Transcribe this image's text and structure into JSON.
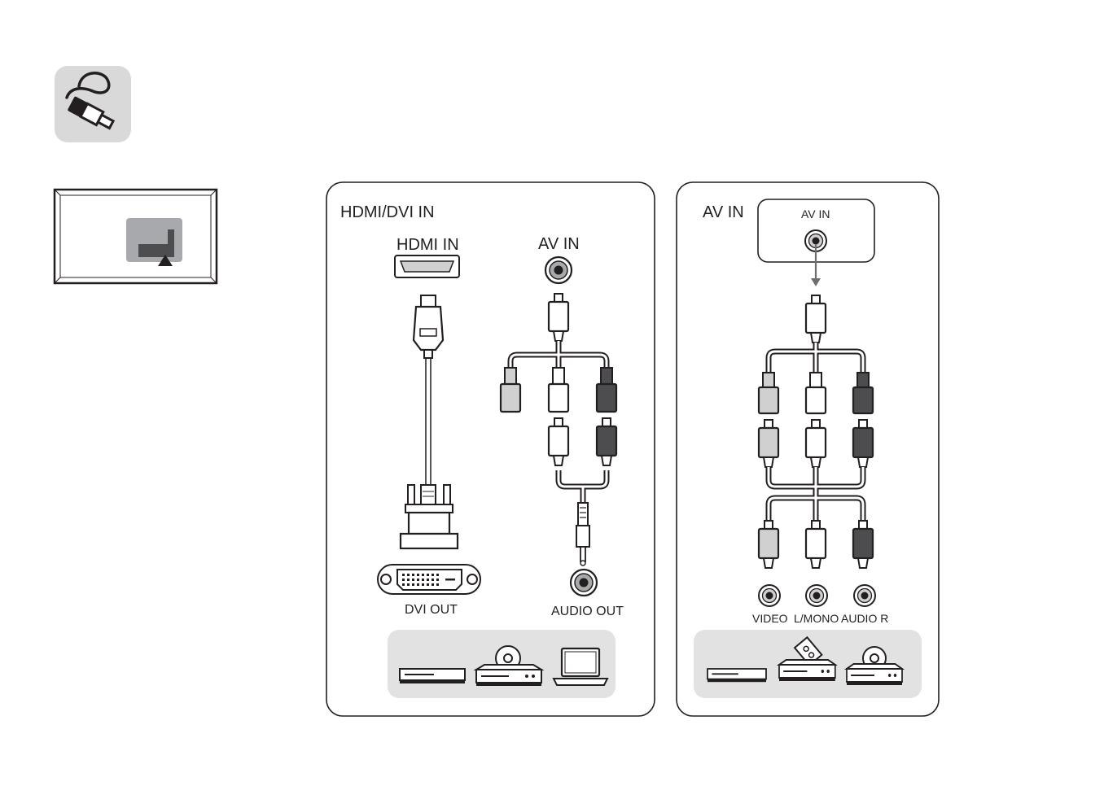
{
  "colors": {
    "line": "#231f20",
    "light_gray": "#d0d0d0",
    "mid_gray": "#a7a9ac",
    "dark_plug": "#4d4d4f",
    "panel_bg": "#ffffff",
    "device_tray": "#e2e2e2",
    "icon_bg": "#d9d9d9"
  },
  "icons": {
    "connection": "cable-plug-icon",
    "tv_rear": "tv-rear-ports-icon",
    "up_arrow": "triangle-up-icon"
  },
  "panel_hdmi": {
    "title": "HDMI/DVI IN",
    "hdmi_port_label": "HDMI IN",
    "av_port_label": "AV IN",
    "dvi_label": "DVI OUT",
    "audio_out_label": "AUDIO OUT",
    "devices": [
      "set-top-box-icon",
      "dvd-player-icon",
      "laptop-icon"
    ]
  },
  "panel_av": {
    "title": "AV IN",
    "port_box_label": "AV IN",
    "video_label": "VIDEO",
    "lmono_label": "L/MONO",
    "audio_r_label": "AUDIO R",
    "devices": [
      "set-top-box-icon",
      "vcr-icon",
      "dvd-player-icon"
    ]
  }
}
